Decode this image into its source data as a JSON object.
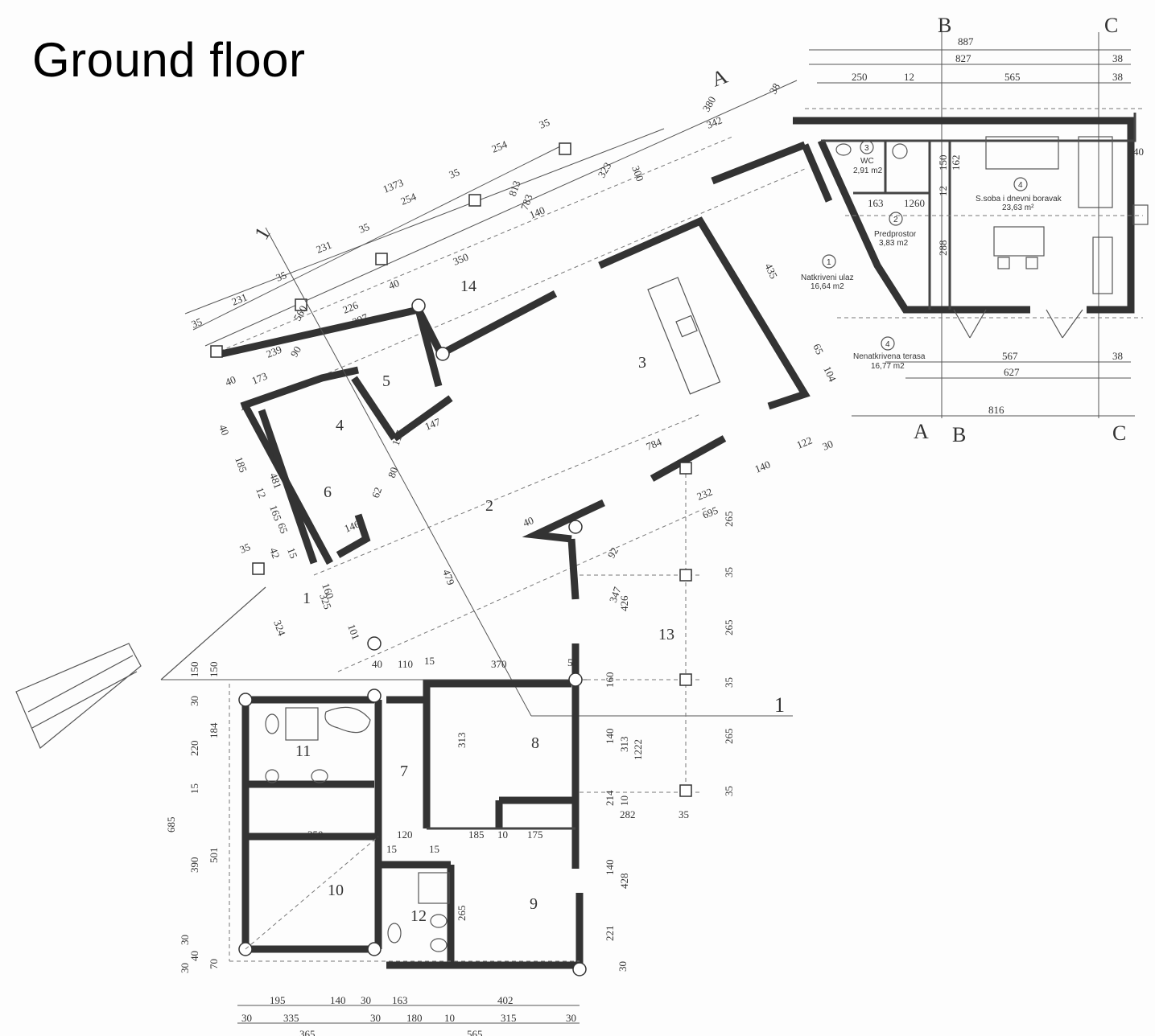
{
  "title": "Ground floor",
  "rooms_main": [
    {
      "no": "1"
    },
    {
      "no": "2"
    },
    {
      "no": "3"
    },
    {
      "no": "4"
    },
    {
      "no": "5"
    },
    {
      "no": "6"
    },
    {
      "no": "7"
    },
    {
      "no": "8"
    },
    {
      "no": "9"
    },
    {
      "no": "10"
    },
    {
      "no": "11"
    },
    {
      "no": "12"
    },
    {
      "no": "13"
    },
    {
      "no": "14"
    }
  ],
  "annex_rooms": [
    {
      "no": "1",
      "name": "Natkriveni ulaz",
      "area": "16,64 m2"
    },
    {
      "no": "2",
      "name": "Predprostor",
      "area": "3,83 m2"
    },
    {
      "no": "3",
      "name": "WC",
      "area": "2,91 m2"
    },
    {
      "no": "4",
      "name": "S.soba i dnevni boravak",
      "area": "23,63 m²"
    },
    {
      "no": "4",
      "name": "Nenatkrivena terasa",
      "area": "16,77 m2"
    }
  ],
  "section_marks": {
    "a": "A",
    "b": "B",
    "c": "C",
    "one": "1"
  },
  "annex_dims": {
    "top": [
      "887",
      "827",
      "250",
      "12",
      "565",
      "38",
      "38"
    ],
    "right": [
      "40",
      "567",
      "627",
      "38",
      "816"
    ],
    "inner": [
      "150",
      "162",
      "12",
      "163",
      "12",
      "60",
      "288",
      "435",
      "65",
      "104"
    ]
  },
  "diagonal_dims": [
    "1373",
    "254",
    "35",
    "254",
    "35",
    "231",
    "35",
    "231",
    "35",
    "35",
    "560",
    "226",
    "297",
    "40",
    "350",
    "813",
    "783",
    "140",
    "323",
    "300",
    "380",
    "342",
    "38",
    "239",
    "90",
    "173",
    "40",
    "147",
    "117",
    "80",
    "784",
    "40",
    "122",
    "30",
    "140",
    "232",
    "695",
    "265",
    "479"
  ],
  "left_dims": [
    "40",
    "185",
    "481",
    "12",
    "165",
    "65",
    "35",
    "42",
    "15",
    "160",
    "325",
    "324",
    "101",
    "146",
    "62"
  ],
  "lower_dims": {
    "top_row": [
      "40",
      "110",
      "15",
      "370",
      "50"
    ],
    "left": [
      "150",
      "150",
      "30",
      "184",
      "220",
      "15",
      "685",
      "390",
      "501",
      "30",
      "40",
      "30",
      "70"
    ],
    "mid": [
      "350",
      "120",
      "15",
      "185",
      "10",
      "175",
      "15",
      "313",
      "140",
      "313",
      "1222",
      "160",
      "214",
      "10",
      "282",
      "35",
      "140",
      "428",
      "221",
      "30",
      "265",
      "92",
      "347",
      "426",
      "265",
      "35",
      "35",
      "265",
      "35"
    ],
    "bottom_row1": [
      "195",
      "140",
      "30",
      "163",
      "402"
    ],
    "bottom_row2": [
      "30",
      "335",
      "30",
      "180",
      "10",
      "315",
      "30"
    ],
    "bottom_row3": [
      "365",
      "565"
    ]
  }
}
